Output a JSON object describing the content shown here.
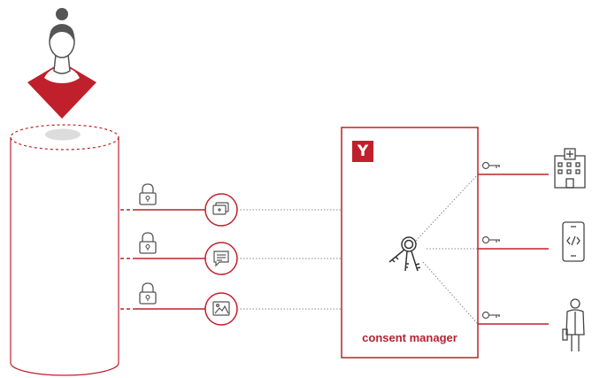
{
  "consent_manager": {
    "badge_letter": "Y",
    "label": "consent manager"
  },
  "colors": {
    "accent": "#b52330",
    "line": "#c0202c",
    "icon_gray": "#555555",
    "person_hair": "#555555"
  },
  "data_items": [
    {
      "name": "photos-data",
      "icon": "photo-stack-icon",
      "lock": "lock-icon"
    },
    {
      "name": "messages-data",
      "icon": "message-icon",
      "lock": "lock-icon"
    },
    {
      "name": "images-data",
      "icon": "image-icon",
      "lock": "lock-icon"
    }
  ],
  "recipients": [
    {
      "name": "hospital",
      "icon": "hospital-icon",
      "key": "key-icon"
    },
    {
      "name": "app-developer",
      "icon": "mobile-code-icon",
      "key": "key-icon"
    },
    {
      "name": "doctor",
      "icon": "doctor-icon",
      "key": "key-icon"
    }
  ]
}
